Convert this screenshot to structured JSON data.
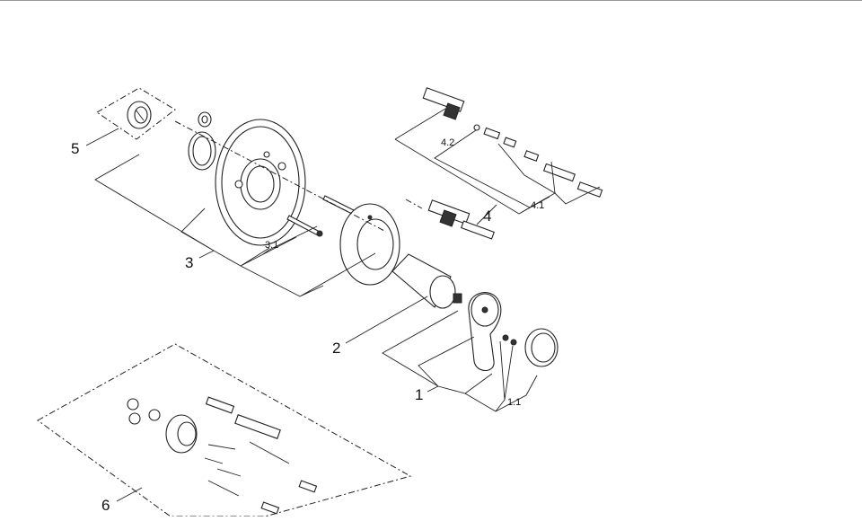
{
  "labels": {
    "part_1": "1",
    "part_1_1": "1.1",
    "part_2": "2",
    "part_3": "3",
    "part_3_1": "3.1",
    "part_4": "4",
    "part_4_1": "4.1",
    "part_4_2": "4.2",
    "part_5": "5",
    "part_6": "6"
  }
}
